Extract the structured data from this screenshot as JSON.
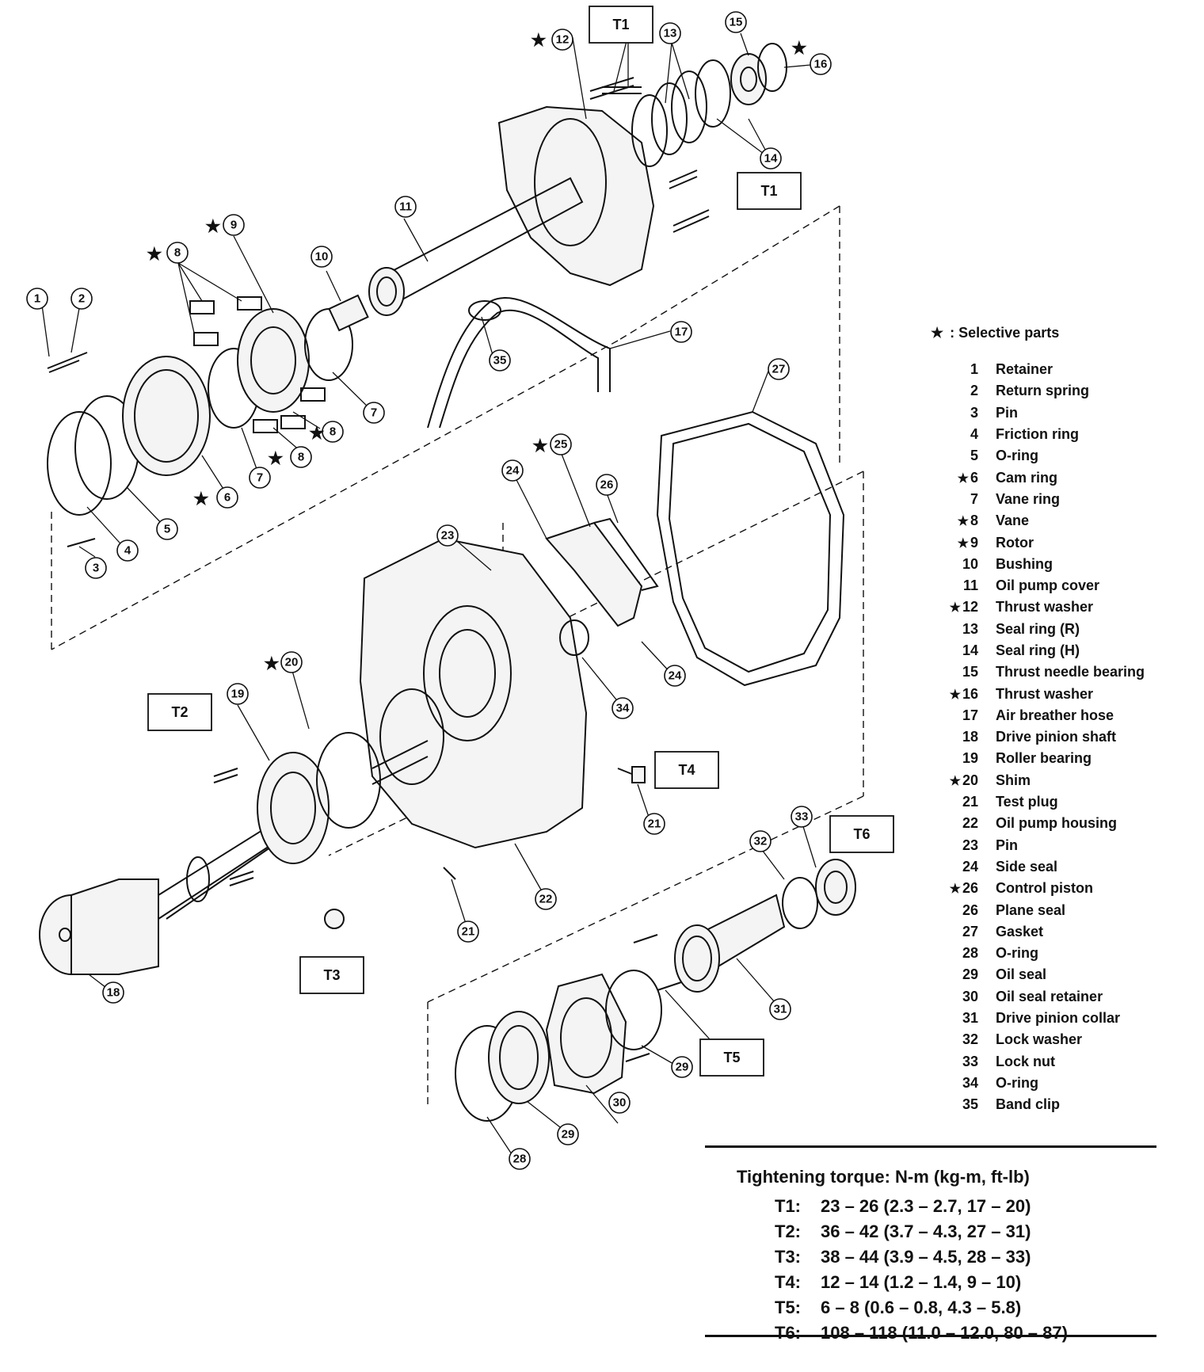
{
  "legend": {
    "selective_star": "★",
    "selective_label": ": Selective parts",
    "parts": [
      {
        "num": "1",
        "star": false,
        "name": "Retainer"
      },
      {
        "num": "2",
        "star": false,
        "name": "Return spring"
      },
      {
        "num": "3",
        "star": false,
        "name": "Pin"
      },
      {
        "num": "4",
        "star": false,
        "name": "Friction ring"
      },
      {
        "num": "5",
        "star": false,
        "name": "O-ring"
      },
      {
        "num": "6",
        "star": true,
        "name": "Cam ring"
      },
      {
        "num": "7",
        "star": false,
        "name": "Vane ring"
      },
      {
        "num": "8",
        "star": true,
        "name": "Vane"
      },
      {
        "num": "9",
        "star": true,
        "name": "Rotor"
      },
      {
        "num": "10",
        "star": false,
        "name": "Bushing"
      },
      {
        "num": "11",
        "star": false,
        "name": "Oil pump cover"
      },
      {
        "num": "12",
        "star": true,
        "name": "Thrust washer"
      },
      {
        "num": "13",
        "star": false,
        "name": "Seal ring (R)"
      },
      {
        "num": "14",
        "star": false,
        "name": "Seal ring (H)"
      },
      {
        "num": "15",
        "star": false,
        "name": "Thrust needle bearing"
      },
      {
        "num": "16",
        "star": true,
        "name": "Thrust washer"
      },
      {
        "num": "17",
        "star": false,
        "name": "Air breather hose"
      },
      {
        "num": "18",
        "star": false,
        "name": "Drive pinion shaft"
      },
      {
        "num": "19",
        "star": false,
        "name": "Roller bearing"
      },
      {
        "num": "20",
        "star": true,
        "name": "Shim"
      },
      {
        "num": "21",
        "star": false,
        "name": "Test plug"
      },
      {
        "num": "22",
        "star": false,
        "name": "Oil pump housing"
      },
      {
        "num": "23",
        "star": false,
        "name": "Pin"
      },
      {
        "num": "24",
        "star": false,
        "name": "Side seal"
      },
      {
        "num": "26",
        "star": true,
        "name": "Control piston"
      },
      {
        "num": "26",
        "star": false,
        "name": "Plane seal"
      },
      {
        "num": "27",
        "star": false,
        "name": "Gasket"
      },
      {
        "num": "28",
        "star": false,
        "name": "O-ring"
      },
      {
        "num": "29",
        "star": false,
        "name": "Oil seal"
      },
      {
        "num": "30",
        "star": false,
        "name": "Oil seal retainer"
      },
      {
        "num": "31",
        "star": false,
        "name": "Drive pinion collar"
      },
      {
        "num": "32",
        "star": false,
        "name": "Lock washer"
      },
      {
        "num": "33",
        "star": false,
        "name": "Lock nut"
      },
      {
        "num": "34",
        "star": false,
        "name": "O-ring"
      },
      {
        "num": "35",
        "star": false,
        "name": "Band clip"
      }
    ]
  },
  "torque": {
    "title": "Tightening torque:  N-m (kg-m, ft-lb)",
    "rows": [
      {
        "key": "T1:",
        "value": "23 – 26 (2.3 – 2.7, 17 – 20)"
      },
      {
        "key": "T2:",
        "value": "36 – 42 (3.7 – 4.3, 27 – 31)"
      },
      {
        "key": "T3:",
        "value": "38 – 44 (3.9 – 4.5, 28 – 33)"
      },
      {
        "key": "T4:",
        "value": "12 – 14 (1.2 – 1.4, 9 – 10)"
      },
      {
        "key": "T5:",
        "value": "6 – 8 (0.6 – 0.8, 4.3 – 5.8)"
      },
      {
        "key": "T6:",
        "value": "108 – 118 (11.0 – 12.0, 80 – 87)"
      }
    ]
  },
  "diagram": {
    "callouts": [
      "1",
      "2",
      "3",
      "4",
      "5",
      "6",
      "7",
      "7",
      "8",
      "8",
      "8",
      "9",
      "10",
      "11",
      "12",
      "13",
      "14",
      "15",
      "16",
      "17",
      "18",
      "19",
      "20",
      "21",
      "21",
      "22",
      "23",
      "24",
      "24",
      "25",
      "26",
      "27",
      "28",
      "29",
      "29",
      "30",
      "31",
      "32",
      "33",
      "34",
      "35"
    ],
    "torque_boxes": [
      "T1",
      "T1",
      "T2",
      "T3",
      "T4",
      "T5",
      "T6"
    ]
  }
}
